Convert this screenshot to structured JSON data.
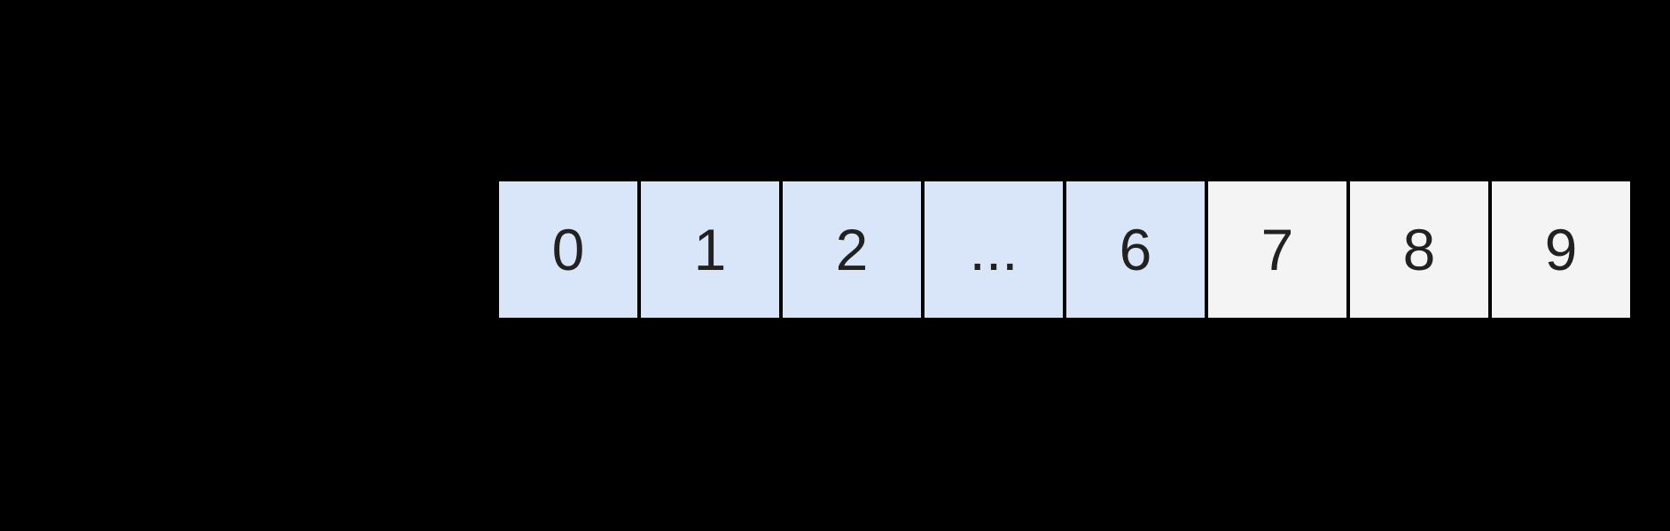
{
  "colors": {
    "background": "#000000",
    "cell_border": "#000000",
    "cell_highlight_fill": "#d9e5f8",
    "cell_normal_fill": "#f4f4f4",
    "cell_text": "#212121"
  },
  "array_diagram": {
    "cells": [
      {
        "label": "0",
        "highlighted": true
      },
      {
        "label": "1",
        "highlighted": true
      },
      {
        "label": "2",
        "highlighted": true
      },
      {
        "label": "...",
        "highlighted": true
      },
      {
        "label": "6",
        "highlighted": true
      },
      {
        "label": "7",
        "highlighted": false
      },
      {
        "label": "8",
        "highlighted": false
      },
      {
        "label": "9",
        "highlighted": false
      }
    ]
  }
}
